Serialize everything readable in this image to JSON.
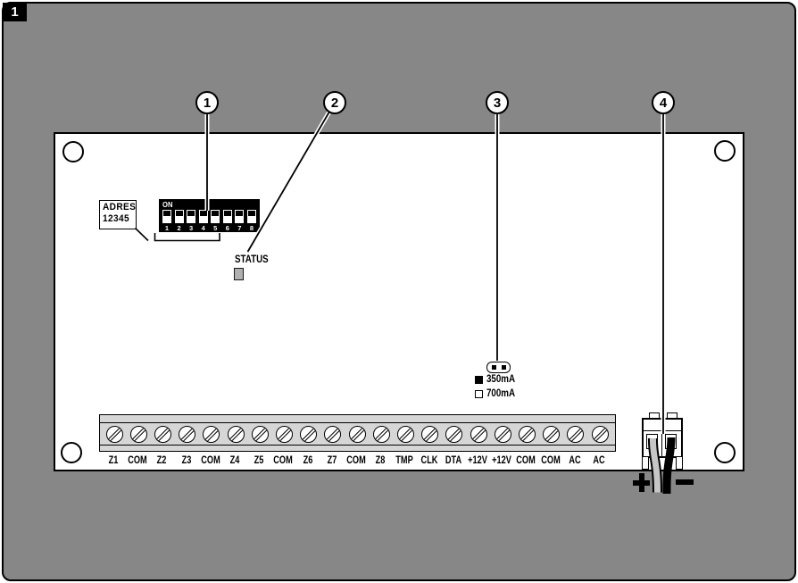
{
  "figure": {
    "number": "1"
  },
  "callouts": [
    {
      "label": "1"
    },
    {
      "label": "2"
    },
    {
      "label": "3"
    },
    {
      "label": "4"
    }
  ],
  "dip_switch": {
    "on_label": "ON",
    "positions": [
      "1",
      "2",
      "3",
      "4",
      "5",
      "6",
      "7",
      "8"
    ],
    "address_label_line1": "ADRES",
    "address_label_line2": "12345"
  },
  "status": {
    "label": "STATUS"
  },
  "jumper": {
    "options": [
      {
        "marker": "filled",
        "label": "350mA"
      },
      {
        "marker": "hollow",
        "label": "700mA"
      }
    ]
  },
  "terminals": {
    "labels": [
      "Z1",
      "COM",
      "Z2",
      "Z3",
      "COM",
      "Z4",
      "Z5",
      "COM",
      "Z6",
      "Z7",
      "COM",
      "Z8",
      "TMP",
      "CLK",
      "DTA",
      "+12V",
      "+12V",
      "COM",
      "COM",
      "AC",
      "AC"
    ]
  },
  "power": {
    "positive": "+",
    "negative": "−"
  },
  "colors": {
    "background": "#878787",
    "board": "#ffffff",
    "strip": "#d6d6d6",
    "led": "#b0b0b0",
    "wire_gray": "#c6c6c6",
    "line": "#000000"
  }
}
